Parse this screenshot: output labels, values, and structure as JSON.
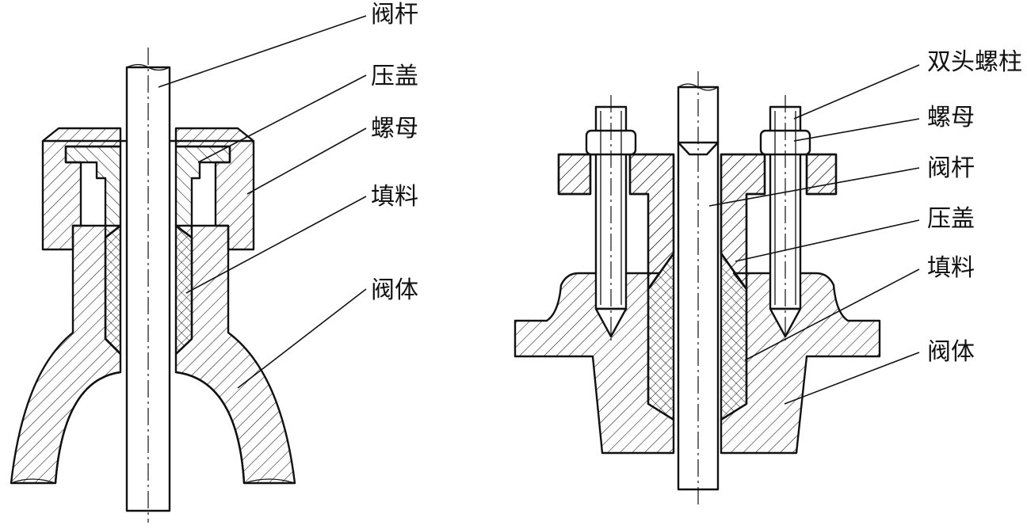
{
  "left_figure": {
    "labels": {
      "stem": "阀杆",
      "gland": "压盖",
      "nut": "螺母",
      "packing": "填料",
      "body": "阀体"
    }
  },
  "right_figure": {
    "labels": {
      "stud": "双头螺柱",
      "nut": "螺母",
      "stem": "阀杆",
      "gland": "压盖",
      "packing": "填料",
      "body": "阀体"
    }
  }
}
